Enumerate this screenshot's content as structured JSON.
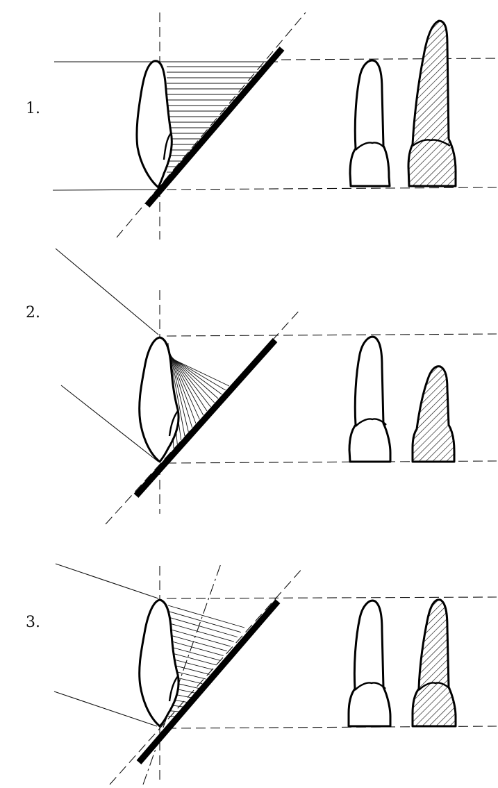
{
  "panels": [
    {
      "label": "1."
    },
    {
      "label": "2."
    },
    {
      "label": "3."
    }
  ],
  "colors": {
    "ink": "#111111",
    "paper": "#ffffff"
  }
}
